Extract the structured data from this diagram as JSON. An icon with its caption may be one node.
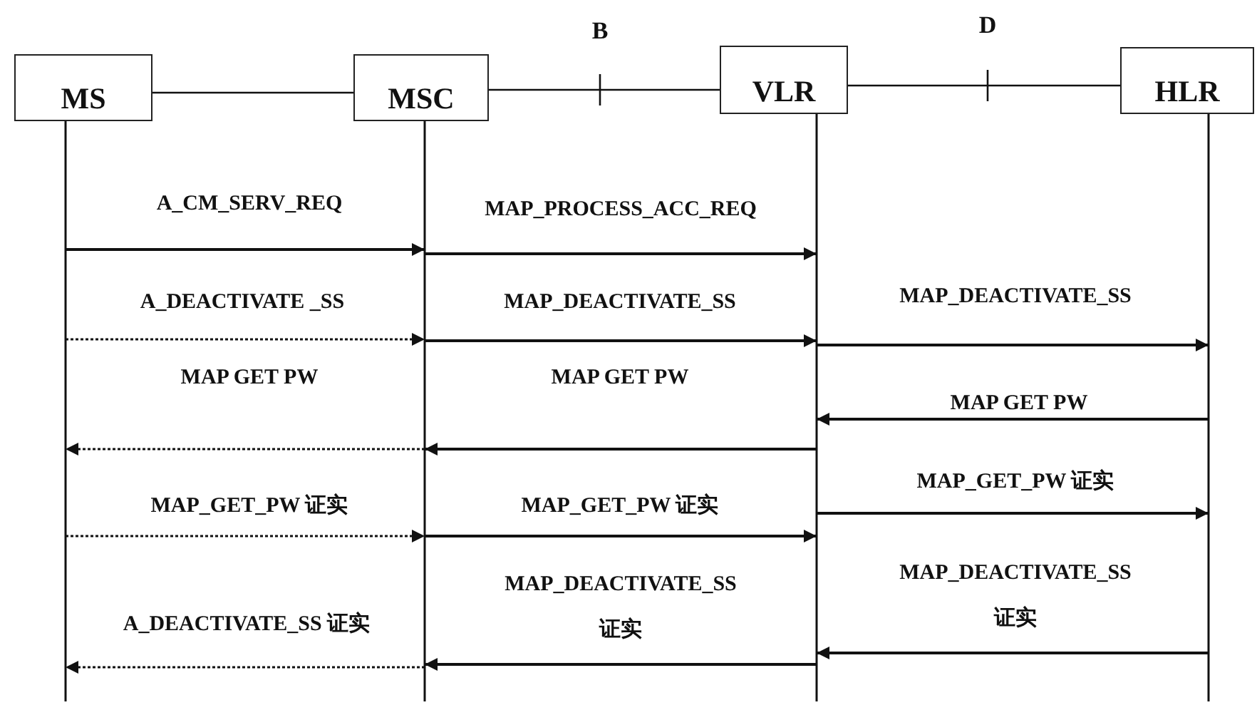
{
  "diagram": {
    "nodes": [
      {
        "text": [
          "MS"
        ]
      },
      {
        "text": [
          "MSC"
        ]
      },
      {
        "text": [
          "VLR"
        ]
      },
      {
        "text": [
          "HLR"
        ]
      }
    ],
    "edges": [
      {
        "from": 0,
        "to": 1,
        "arrow": "none"
      },
      {
        "from": 1,
        "to": 2,
        "arrow": "none",
        "label": "B"
      },
      {
        "from": 2,
        "to": 3,
        "arrow": "none",
        "label": "D"
      },
      {
        "from": 0,
        "to": 1,
        "arrow": "to",
        "label": "A_CM_SERV_REQ"
      },
      {
        "from": 1,
        "to": 2,
        "arrow": "to",
        "label": "MAP_PROCESS_ACC_REQ"
      },
      {
        "from": 0,
        "to": 1,
        "arrow": "to",
        "label": "A_DEACTIVATE _SS",
        "style": "dashed"
      },
      {
        "from": 1,
        "to": 2,
        "arrow": "to",
        "label": "MAP_DEACTIVATE_SS"
      },
      {
        "from": 2,
        "to": 3,
        "arrow": "to",
        "label": "MAP_DEACTIVATE_SS"
      },
      {
        "from": 3,
        "to": 2,
        "arrow": "to",
        "label": "MAP GET PW"
      },
      {
        "from": 2,
        "to": 1,
        "arrow": "to",
        "label": "MAP GET PW"
      },
      {
        "from": 1,
        "to": 0,
        "arrow": "to",
        "label": "MAP GET PW",
        "style": "dashed"
      },
      {
        "from": 0,
        "to": 1,
        "arrow": "to",
        "label": "MAP_GET_PW 证实",
        "style": "dashed"
      },
      {
        "from": 1,
        "to": 2,
        "arrow": "to",
        "label": "MAP_GET_PW 证实"
      },
      {
        "from": 2,
        "to": 3,
        "arrow": "to",
        "label": "MAP_GET_PW 证实"
      },
      {
        "from": 3,
        "to": 2,
        "arrow": "to",
        "label": "MAP_DEACTIVATE_SS 证实"
      },
      {
        "from": 2,
        "to": 1,
        "arrow": "to",
        "label": "MAP_DEACTIVATE_SS 证实"
      },
      {
        "from": 1,
        "to": 0,
        "arrow": "to",
        "label": "A_DEACTIVATE_SS 证实",
        "style": "dashed"
      }
    ]
  }
}
